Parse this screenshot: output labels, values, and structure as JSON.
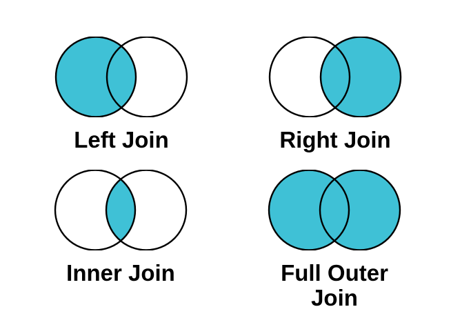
{
  "page": {
    "background_color": "#ffffff",
    "description": "Four Venn diagrams illustrating SQL join types"
  },
  "colors": {
    "highlight_fill": "#3FC1D6",
    "empty_fill": "#FFFFFF",
    "circle_stroke": "#000000",
    "label_text": "#000000"
  },
  "diagrams": [
    {
      "id": "left-join",
      "label": "Left Join",
      "shaded_region": "entire left circle including intersection",
      "left_fill": "#3FC1D6",
      "right_fill": "#FFFFFF",
      "intersection_fill": "#3FC1D6"
    },
    {
      "id": "right-join",
      "label": "Right Join",
      "shaded_region": "entire right circle including intersection",
      "left_fill": "#FFFFFF",
      "right_fill": "#3FC1D6",
      "intersection_fill": "#3FC1D6"
    },
    {
      "id": "inner-join",
      "label": "Inner Join",
      "shaded_region": "intersection only",
      "left_fill": "#FFFFFF",
      "right_fill": "#FFFFFF",
      "intersection_fill": "#3FC1D6"
    },
    {
      "id": "full-outer-join",
      "label": "Full Outer Join",
      "shaded_region": "both circles including intersection",
      "left_fill": "#3FC1D6",
      "right_fill": "#3FC1D6",
      "intersection_fill": "#3FC1D6"
    }
  ]
}
